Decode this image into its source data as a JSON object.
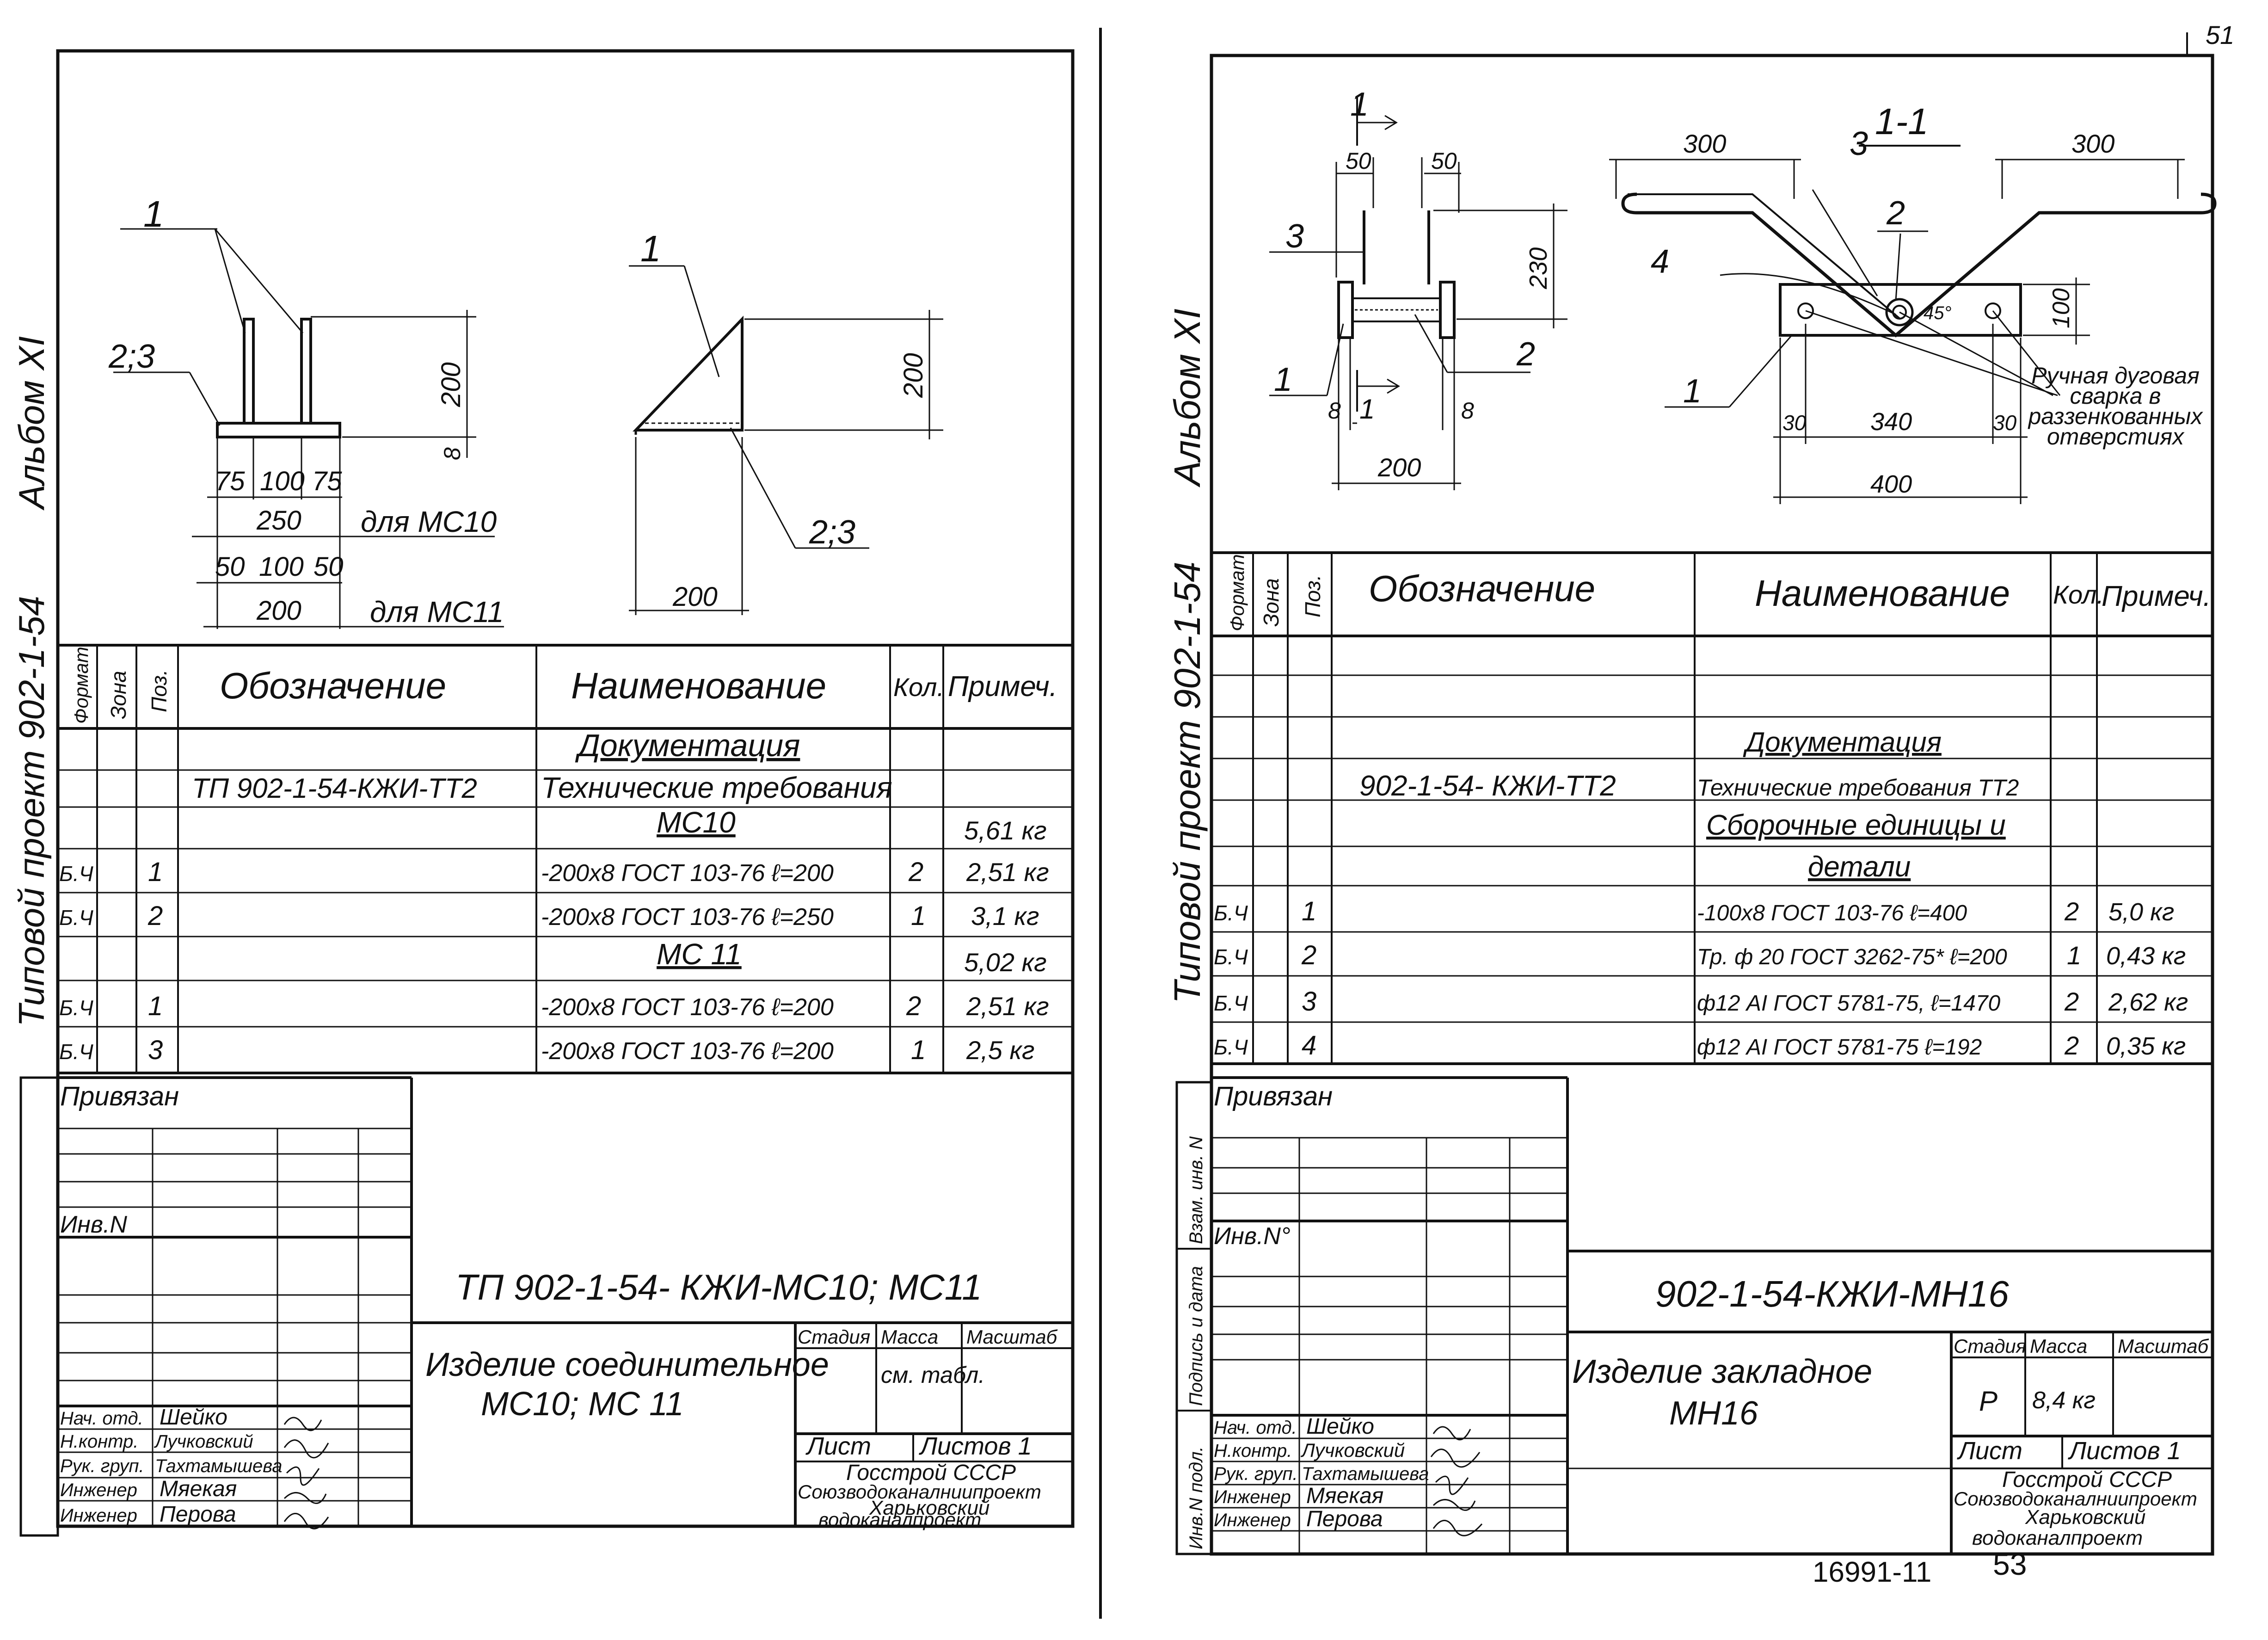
{
  "left_sheet": {
    "side_labels": [
      "Типовой проект 902-1-54",
      "Альбом XI"
    ],
    "drawing": {
      "pos_labels": [
        "1",
        "2;3",
        "1",
        "2;3"
      ],
      "dims_front": [
        "75",
        "100",
        "75",
        "250",
        "50",
        "100",
        "50",
        "200",
        "200",
        "8"
      ],
      "dims_side": [
        "200",
        "200"
      ],
      "notes": [
        "для МС10",
        "для МС11"
      ]
    },
    "spec": {
      "headers": [
        "Формат",
        "Зона",
        "Поз.",
        "Обозначение",
        "Наименование",
        "Кол.",
        "Примеч."
      ],
      "rows": [
        {
          "format": "",
          "pos": "",
          "designation": "",
          "name": "Документация",
          "qty": "",
          "note": ""
        },
        {
          "format": "",
          "pos": "",
          "designation": "ТП 902-1-54-КЖИ-ТТ2",
          "name": "Технические требования",
          "qty": "",
          "note": ""
        },
        {
          "format": "",
          "pos": "",
          "designation": "",
          "name": "МС10",
          "qty": "",
          "note": "5,61 кг"
        },
        {
          "format": "Б.Ч",
          "pos": "1",
          "designation": "",
          "name": "-200х8 ГОСТ 103-76 ℓ=200",
          "qty": "2",
          "note": "2,51 кг"
        },
        {
          "format": "Б.Ч",
          "pos": "2",
          "designation": "",
          "name": "-200х8 ГОСТ 103-76 ℓ=250",
          "qty": "1",
          "note": "3,1 кг"
        },
        {
          "format": "",
          "pos": "",
          "designation": "",
          "name": "МС 11",
          "qty": "",
          "note": "5,02 кг"
        },
        {
          "format": "Б.Ч",
          "pos": "1",
          "designation": "",
          "name": "-200х8 ГОСТ 103-76 ℓ=200",
          "qty": "2",
          "note": "2,51 кг"
        },
        {
          "format": "Б.Ч",
          "pos": "3",
          "designation": "",
          "name": "-200х8 ГОСТ 103-76 ℓ=200",
          "qty": "1",
          "note": "2,5 кг"
        }
      ]
    },
    "titleblock": {
      "privyazan": "Привязан",
      "inv": "Инв.N",
      "code": "ТП 902-1-54-  КЖИ-МС10; МС11",
      "title_line1": "Изделие соединительное",
      "title_line2": "МС10; МС 11",
      "stage_h": "Стадия",
      "mass_h": "Масса",
      "scale_h": "Масштаб",
      "mass_value": "см. табл.",
      "sheet": "Лист",
      "sheets": "Листов 1",
      "org": [
        "Госстрой СССР",
        "Союзводоканалниипроект",
        "Харьковский",
        "водоканалпроект"
      ],
      "roles": [
        "Нач. отд.",
        "Н.контр.",
        "Рук. груп.",
        "Инженер",
        "Инженер"
      ],
      "names": [
        "Шейко",
        "Лучковский",
        "Тахтамышева",
        "Мяекая",
        "Перова"
      ]
    }
  },
  "right_sheet": {
    "side_labels": [
      "Типовой проект 902-1-54",
      "Альбом XI"
    ],
    "vertical_stamps": [
      "Взам. инв. N",
      "Подпись и дата",
      "Инв.N подл."
    ],
    "drawing": {
      "section": "1-1",
      "pos_labels": [
        "1",
        "1",
        "2",
        "2",
        "3",
        "3",
        "4",
        "1",
        "1"
      ],
      "dims": [
        "50",
        "50",
        "230",
        "8",
        "8",
        "200",
        "300",
        "300",
        "100",
        "30",
        "340",
        "30",
        "400",
        "45°"
      ],
      "weld_note": "Ручная дуговая сварка в раззенкованных отверстиях"
    },
    "spec": {
      "headers": [
        "Формат",
        "Зона",
        "Поз.",
        "Обозначение",
        "Наименование",
        "Кол.",
        "Примеч."
      ],
      "rows": [
        {
          "format": "",
          "pos": "",
          "designation": "",
          "name": "Документация",
          "qty": "",
          "note": ""
        },
        {
          "format": "",
          "pos": "",
          "designation": "902-1-54- КЖИ-ТТ2",
          "name": "Технические требования ТТ2",
          "qty": "",
          "note": ""
        },
        {
          "format": "",
          "pos": "",
          "designation": "",
          "name": "Сборочные единицы и",
          "qty": "",
          "note": ""
        },
        {
          "format": "",
          "pos": "",
          "designation": "",
          "name": "детали",
          "qty": "",
          "note": ""
        },
        {
          "format": "Б.Ч",
          "pos": "1",
          "designation": "",
          "name": "-100х8 ГОСТ 103-76  ℓ=400",
          "qty": "2",
          "note": "5,0 кг"
        },
        {
          "format": "Б.Ч",
          "pos": "2",
          "designation": "",
          "name": "Тр. ф 20 ГОСТ 3262-75* ℓ=200",
          "qty": "1",
          "note": "0,43 кг"
        },
        {
          "format": "Б.Ч",
          "pos": "3",
          "designation": "",
          "name": "ф12 АI ГОСТ 5781-75, ℓ=1470",
          "qty": "2",
          "note": "2,62 кг"
        },
        {
          "format": "Б.Ч",
          "pos": "4",
          "designation": "",
          "name": "ф12 АI ГОСТ 5781-75  ℓ=192",
          "qty": "2",
          "note": "0,35 кг"
        }
      ]
    },
    "titleblock": {
      "privyazan": "Привязан",
      "inv": "Инв.N°",
      "code": "902-1-54-КЖИ-МН16",
      "title_line1": "Изделие закладное",
      "title_line2": "МН16",
      "stage_h": "Стадия",
      "mass_h": "Масса",
      "scale_h": "Масштаб",
      "stage_value": "Р",
      "mass_value": "8,4 кг",
      "sheet": "Лист",
      "sheets": "Листов 1",
      "org": [
        "Госстрой СССР",
        "Союзводоканалниипроект",
        "Харьковский",
        "водоканалпроект"
      ],
      "roles": [
        "Нач. отд.",
        "Н.контр.",
        "Рук. груп.",
        "Инженер",
        "Инженер"
      ],
      "names": [
        "Шейко",
        "Лучковский",
        "Тахтамышева",
        "Мяекая",
        "Перова"
      ]
    }
  },
  "footer": {
    "archive_no": "16991-11",
    "page_no": "53",
    "corner_no": "51"
  }
}
